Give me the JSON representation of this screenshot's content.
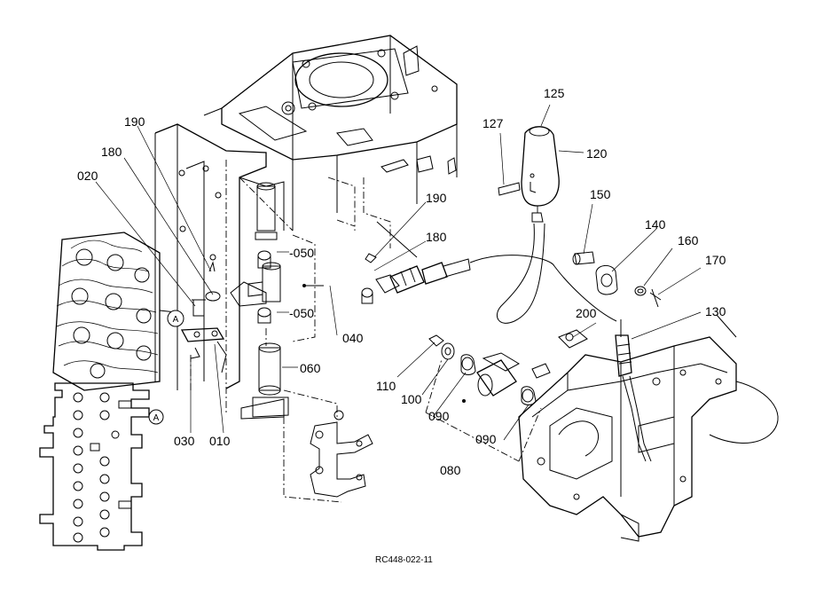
{
  "drawing_ref": "RC448-022-11",
  "detail_marker": "A",
  "callouts": {
    "c010": "010",
    "c020": "020",
    "c030": "030",
    "c040": "040",
    "c050a": "-050",
    "c050b": "-050",
    "c060": "060",
    "c080": "080",
    "c090a": "090",
    "c090b": "090",
    "c100": "100",
    "c110": "110",
    "c120": "120",
    "c125": "125",
    "c127": "127",
    "c130": "130",
    "c140": "140",
    "c150": "150",
    "c160": "160",
    "c170": "170",
    "c180a": "180",
    "c180b": "180",
    "c190a": "190",
    "c190b": "190",
    "c200": "200"
  }
}
